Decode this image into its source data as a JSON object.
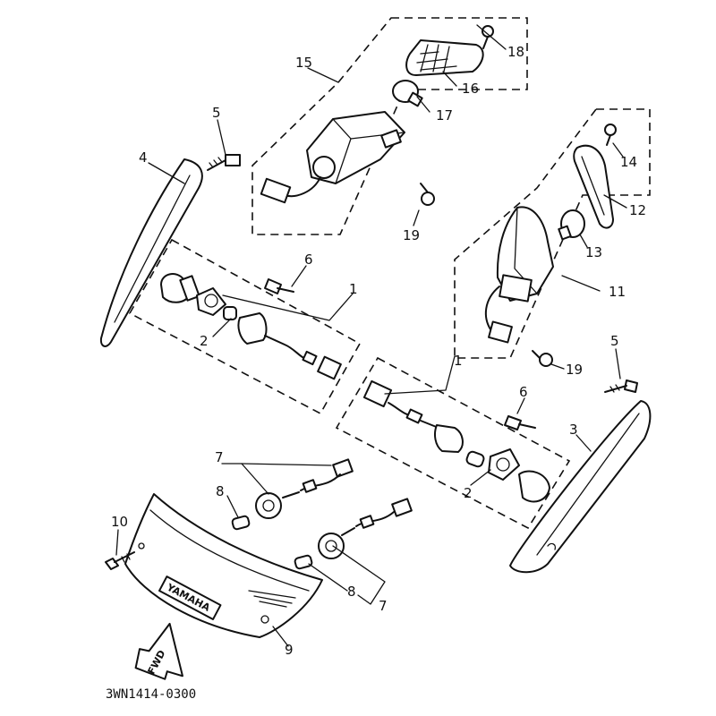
{
  "diagram": {
    "part_numbers": {
      "p1a": "1",
      "p1b": "1",
      "p2a": "2",
      "p2b": "2",
      "p3": "3",
      "p4": "4",
      "p5a": "5",
      "p5b": "5",
      "p6a": "6",
      "p6b": "6",
      "p7a": "7",
      "p7b": "7",
      "p8a": "8",
      "p8b": "8",
      "p9": "9",
      "p10": "10",
      "p11": "11",
      "p12": "12",
      "p13": "13",
      "p14": "14",
      "p15": "15",
      "p16": "16",
      "p17": "17",
      "p18": "18",
      "p19a": "19",
      "p19b": "19"
    },
    "emblem_text": "YAMAHA",
    "arrow_text": "FWD",
    "drawing_code": "3WN1414-0300"
  }
}
